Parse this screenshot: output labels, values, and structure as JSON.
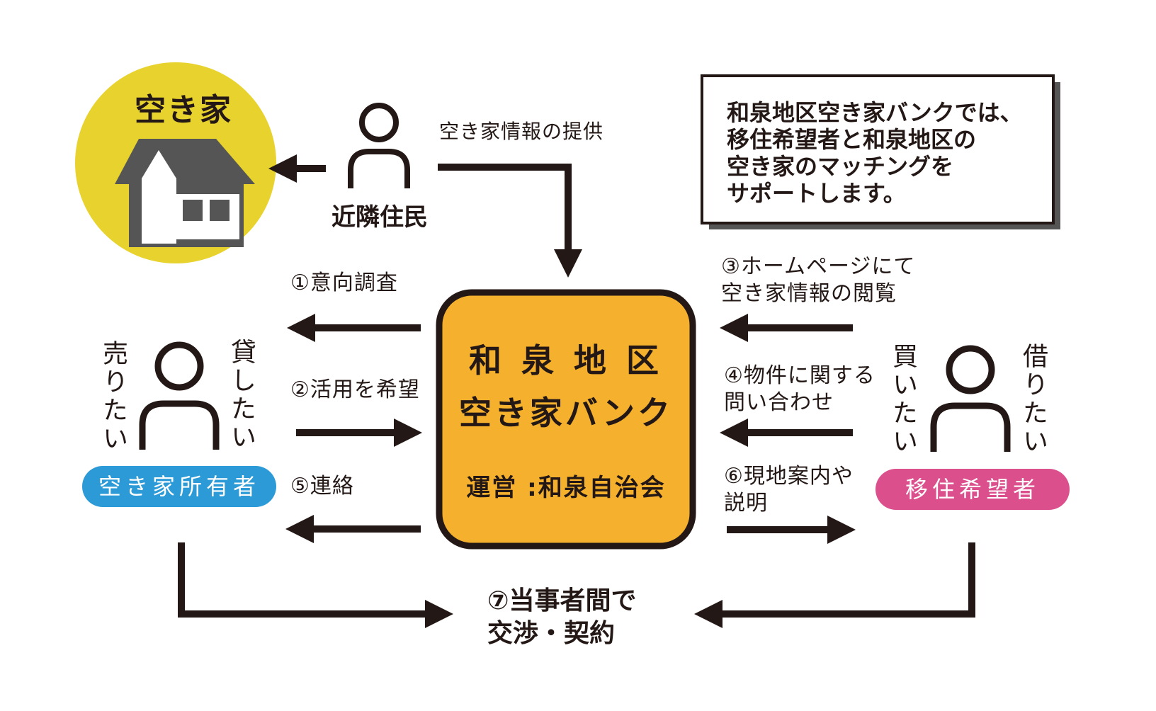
{
  "colors": {
    "stroke": "#231815",
    "house_circle": "#E8D22E",
    "house_body": "#555555",
    "bank_fill": "#F5B12E",
    "owner_pill": "#2B9AD6",
    "migrant_pill": "#DB4F8D",
    "box_shadow": "#555555"
  },
  "vacant_house": {
    "label": "空き家",
    "icon": "house-icon"
  },
  "neighbor": {
    "label": "近隣住民",
    "icon": "person-icon"
  },
  "info_box": {
    "text": "和泉地区空き家バンクでは、\n移住希望者と和泉地区の\n空き家のマッチングを\nサポートします。"
  },
  "bank": {
    "line1": "和 泉 地 区",
    "line2": "空き家バンク",
    "operator": "運営 :和泉自治会"
  },
  "owner": {
    "pill": "空き家所有者",
    "want_sell": "売りたい",
    "want_lend": "貸したい",
    "icon": "person-icon"
  },
  "migrant": {
    "pill": "移住希望者",
    "want_buy": "買いたい",
    "want_rent": "借りたい",
    "icon": "person-icon"
  },
  "flows": {
    "provide_info": "空き家情報の提供",
    "step1": "①意向調査",
    "step2": "②活用を希望",
    "step3": "③ホームページにて\n空き家情報の閲覧",
    "step4": "④物件に関する\n問い合わせ",
    "step5": "⑤連絡",
    "step6": "⑥現地案内や\n説明",
    "step7": "⑦当事者間で\n交渉・契約"
  }
}
